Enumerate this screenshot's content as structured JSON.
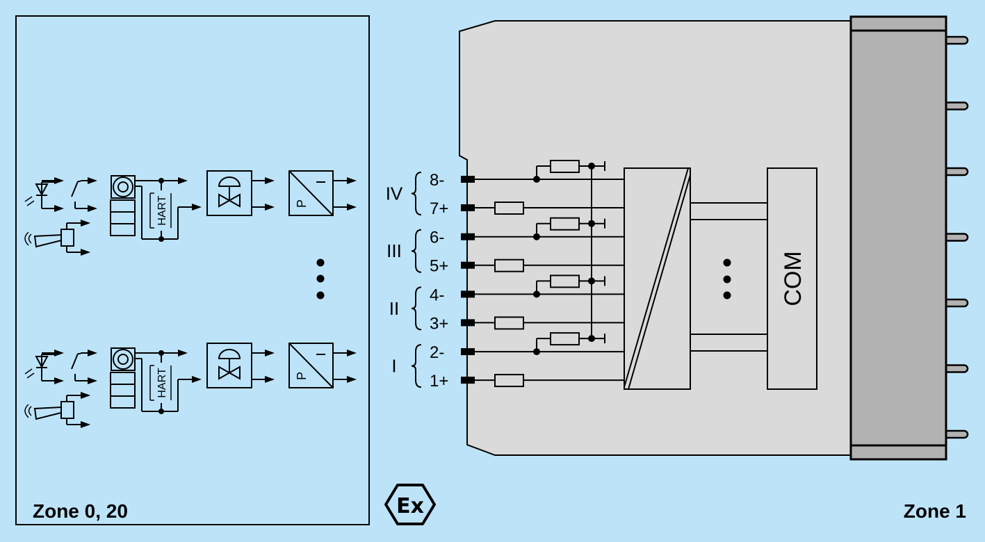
{
  "zones": {
    "hazardous": "Zone 0, 20",
    "safe": "Zone 1"
  },
  "ex_mark": "Ex",
  "colors": {
    "background": "#bde3f8",
    "module_body": "#dadada",
    "connector": "#b2b2b2",
    "line": "#000000"
  },
  "field_devices": {
    "hart_label": "HART",
    "converter_labels": {
      "input": "P",
      "output": "I"
    },
    "groups": [
      {
        "name": "field-device-group-top"
      },
      {
        "name": "field-device-group-bottom"
      }
    ]
  },
  "channels": [
    {
      "roman": "IV",
      "terminals": [
        "8-",
        "7+"
      ]
    },
    {
      "roman": "III",
      "terminals": [
        "6-",
        "5+"
      ]
    },
    {
      "roman": "II",
      "terminals": [
        "4-",
        "3+"
      ]
    },
    {
      "roman": "I",
      "terminals": [
        "2-",
        "1+"
      ]
    }
  ],
  "com_label": "COM",
  "backplane_pin_count": 7
}
